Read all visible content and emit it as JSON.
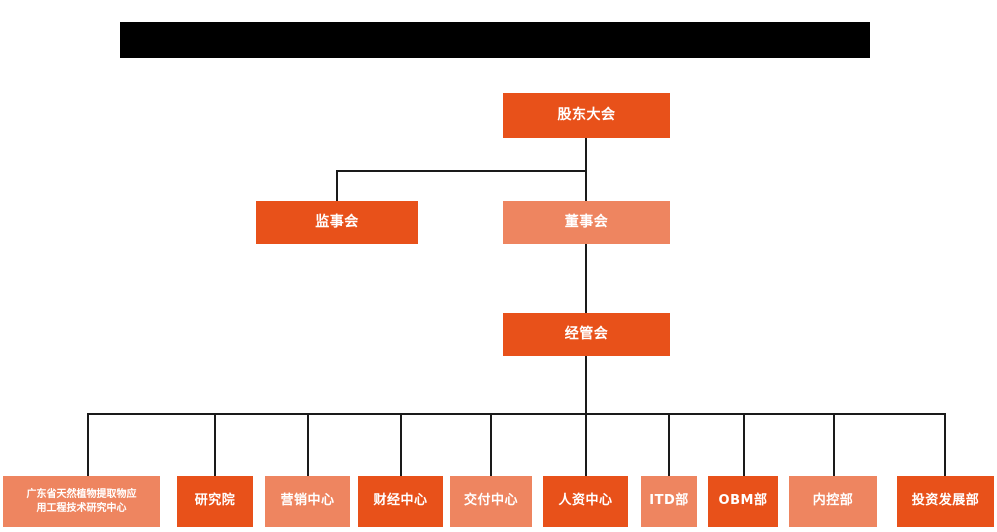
{
  "title_bar": {
    "name": "redacted-title-bar",
    "redacted": true,
    "color": "#000000",
    "text": ""
  },
  "palette": {
    "background": "#ffffff",
    "dark_orange": "#E8511A",
    "light_orange": "#EE8560",
    "connector": "#1a1a1a",
    "node_text": "#ffffff"
  },
  "org_chart": {
    "type": "organization-hierarchy",
    "levels": [
      {
        "level": 1,
        "nodes": [
          {
            "id": "shareholders-meeting",
            "label": "股东大会",
            "tone": "dark"
          }
        ]
      },
      {
        "level": 2,
        "nodes": [
          {
            "id": "board-of-supervisors",
            "label": "监事会",
            "tone": "dark"
          },
          {
            "id": "board-of-directors",
            "label": "董事会",
            "tone": "light"
          }
        ]
      },
      {
        "level": 3,
        "nodes": [
          {
            "id": "management-committee",
            "label": "经管会",
            "tone": "dark"
          }
        ]
      },
      {
        "level": 4,
        "nodes": [
          {
            "id": "gd-research-center",
            "label": "广东省天然植物提取物应用工程技术研究中心",
            "line1": "广东省天然植物提取物应",
            "line2": "用工程技术研究中心",
            "tone": "light"
          },
          {
            "id": "research-institute",
            "label": "研究院",
            "tone": "dark"
          },
          {
            "id": "marketing-center",
            "label": "营销中心",
            "tone": "light"
          },
          {
            "id": "finance-center",
            "label": "财经中心",
            "tone": "dark"
          },
          {
            "id": "delivery-center",
            "label": "交付中心",
            "tone": "light"
          },
          {
            "id": "hr-center",
            "label": "人资中心",
            "tone": "dark"
          },
          {
            "id": "itd-department",
            "label": "ITD部",
            "tone": "light"
          },
          {
            "id": "obm-department",
            "label": "OBM部",
            "tone": "dark"
          },
          {
            "id": "internal-control-department",
            "label": "内控部",
            "tone": "light"
          },
          {
            "id": "investment-development-department",
            "label": "投资发展部",
            "tone": "dark"
          }
        ]
      }
    ]
  }
}
